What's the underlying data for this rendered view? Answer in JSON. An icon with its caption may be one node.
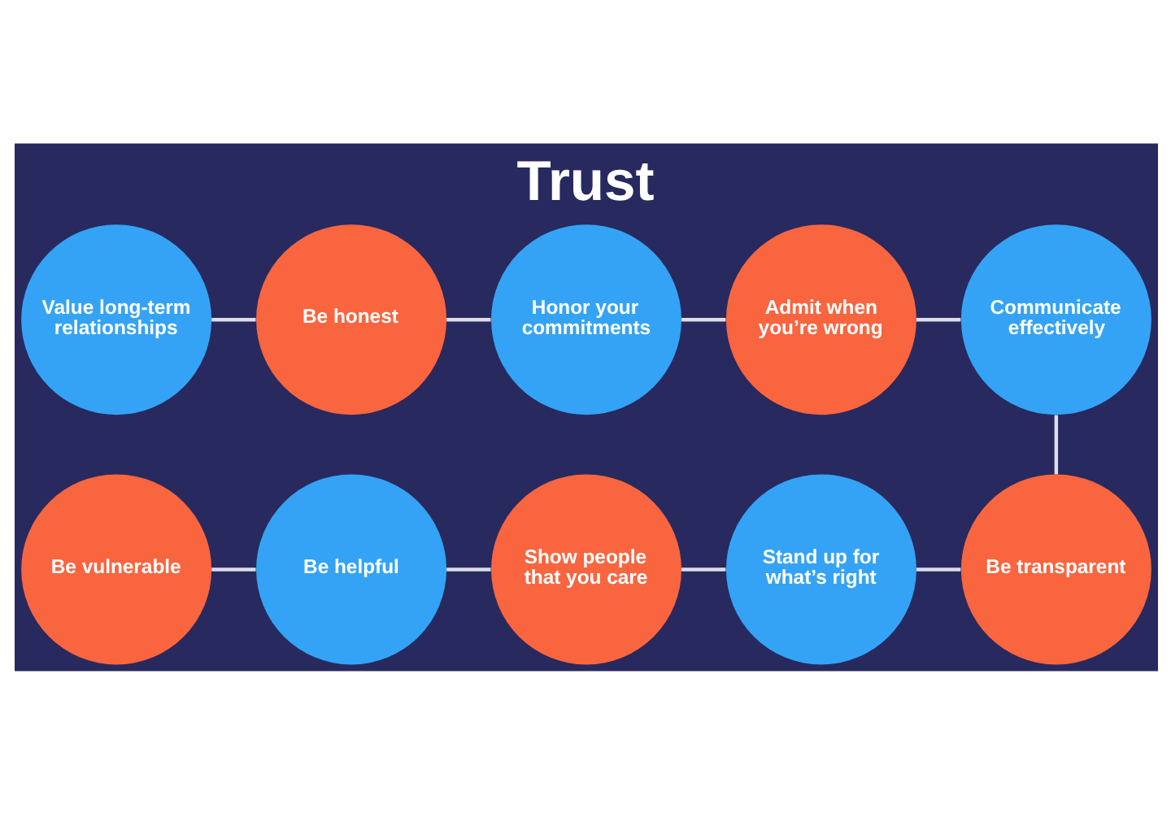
{
  "diagram": {
    "title": "Trust",
    "nodes": [
      {
        "text": [
          "Value long-term relationships"
        ]
      },
      {
        "text": [
          "Be honest"
        ]
      },
      {
        "text": [
          "Honor your commitments"
        ]
      },
      {
        "text": [
          "Admit when you’re wrong"
        ]
      },
      {
        "text": [
          "Communicate effectively"
        ]
      },
      {
        "text": [
          "Be vulnerable"
        ]
      },
      {
        "text": [
          "Be helpful"
        ]
      },
      {
        "text": [
          "Show people that you care"
        ]
      },
      {
        "text": [
          "Stand up for what’s right"
        ]
      },
      {
        "text": [
          "Be transparent"
        ]
      }
    ],
    "edges": [
      {
        "from": 0,
        "to": 1,
        "arrow": "none"
      },
      {
        "from": 1,
        "to": 2,
        "arrow": "none"
      },
      {
        "from": 2,
        "to": 3,
        "arrow": "none"
      },
      {
        "from": 3,
        "to": 4,
        "arrow": "none"
      },
      {
        "from": 4,
        "to": 9,
        "arrow": "none"
      },
      {
        "from": 5,
        "to": 6,
        "arrow": "none"
      },
      {
        "from": 6,
        "to": 7,
        "arrow": "none"
      },
      {
        "from": 7,
        "to": 8,
        "arrow": "none"
      },
      {
        "from": 8,
        "to": 9,
        "arrow": "none"
      }
    ]
  }
}
